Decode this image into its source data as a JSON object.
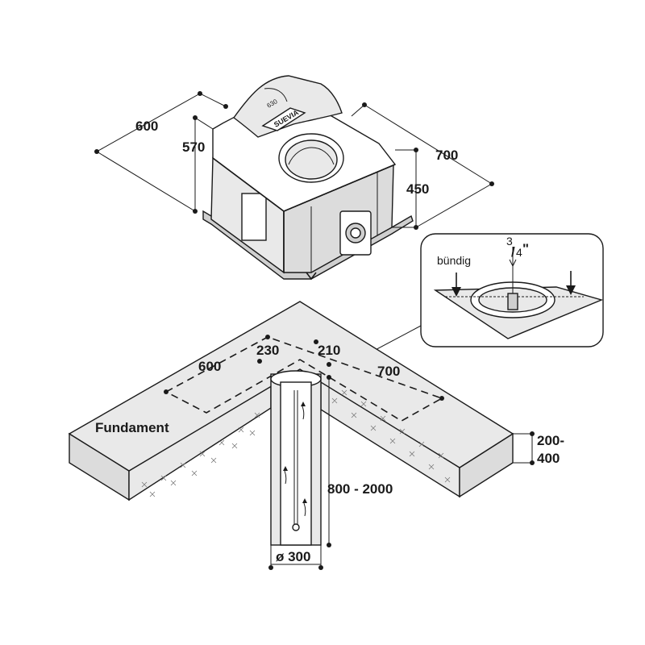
{
  "unit_dims": {
    "width": "600",
    "depth": "700",
    "height_body": "570",
    "height_side": "450"
  },
  "unit_labels": {
    "model": "630",
    "brand": "SUEVIA"
  },
  "foundation": {
    "label": "Fundament",
    "dim_left": "600",
    "dim_right": "700",
    "dim_left_offset": "230",
    "dim_right_offset": "210",
    "thickness_line1": "200-",
    "thickness_line2": "400",
    "pipe_depth": "800 - 2000",
    "pipe_diameter": "ø 300"
  },
  "detail": {
    "label_flush": "bündig",
    "label_thread_num": "3",
    "label_thread_den": "4",
    "label_thread_mark": "\""
  }
}
